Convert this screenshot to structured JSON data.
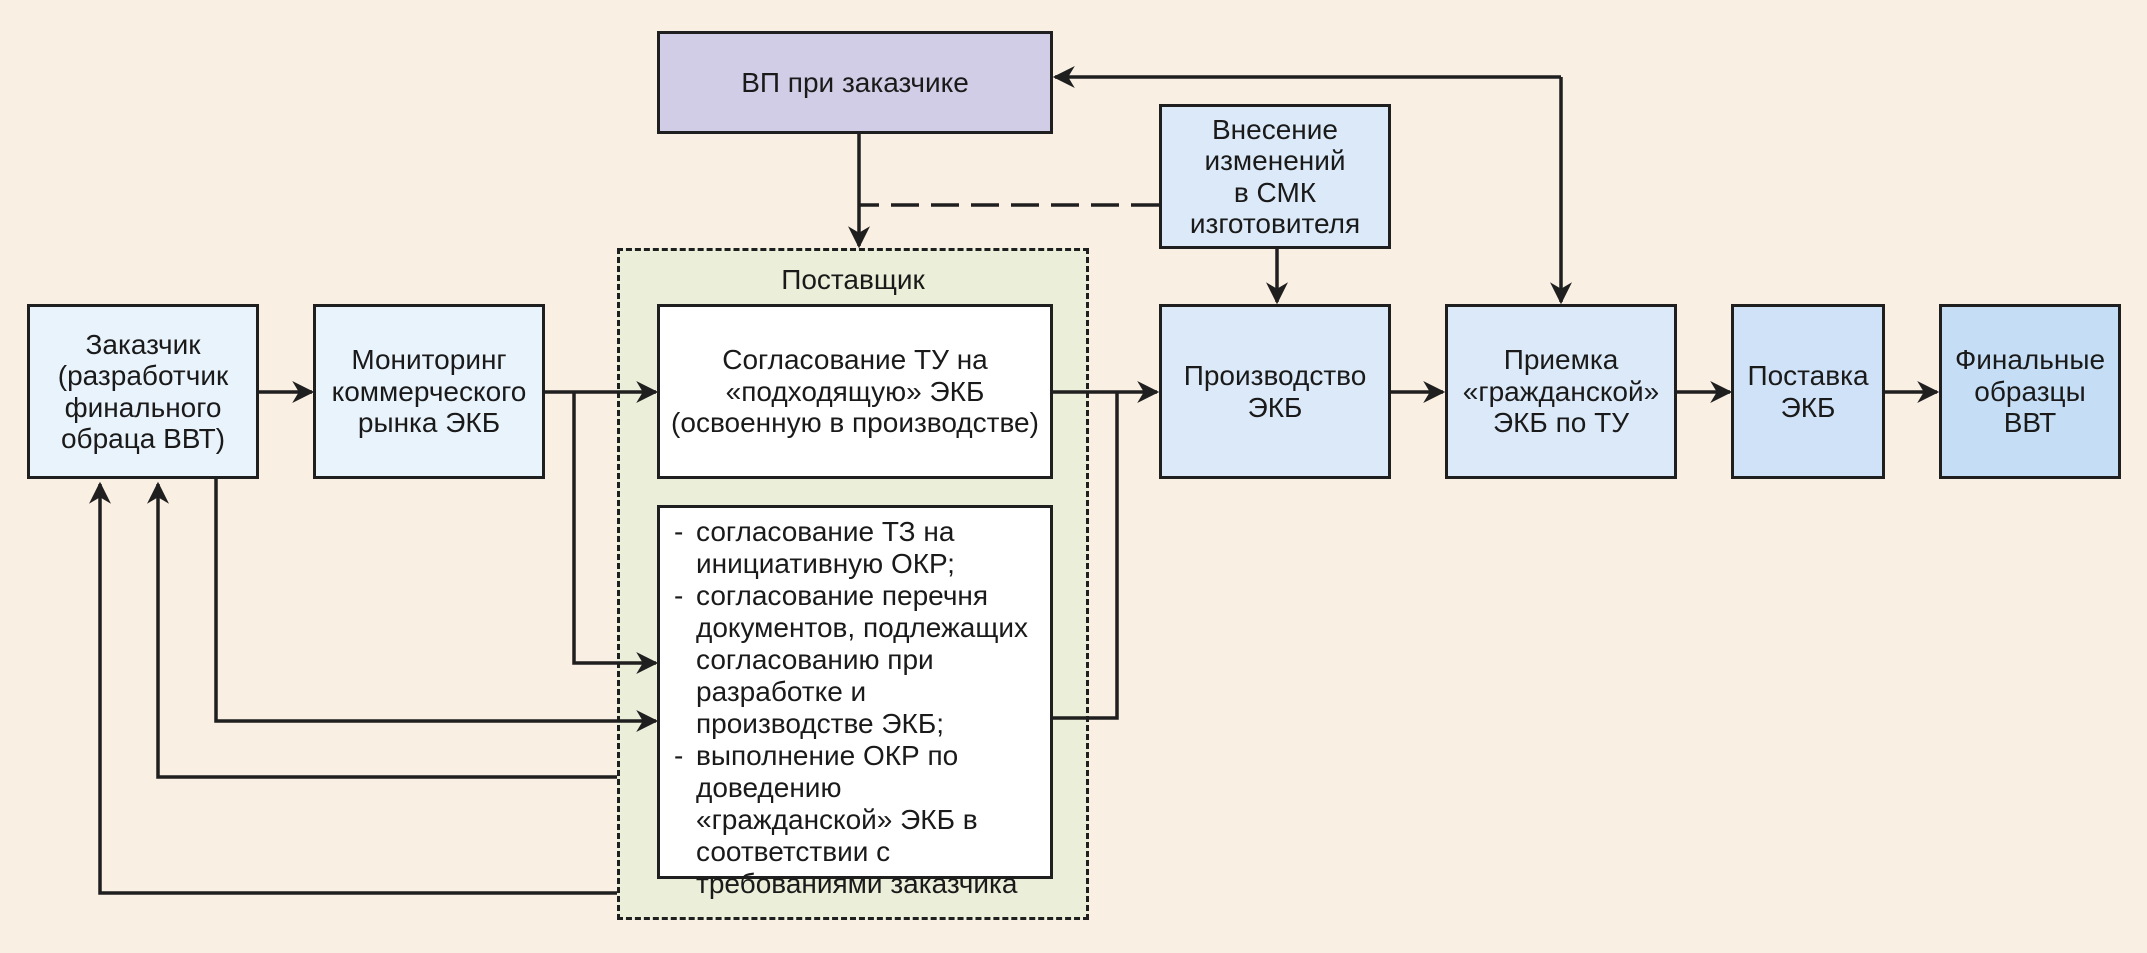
{
  "diagram": {
    "vp": "ВП при заказчике",
    "changes": "Внесение\nизменений\nв СМК\nизготовителя",
    "supplier_group_label": "Поставщик",
    "customer": "Заказчик\n(разработчик\nфинального\nобраца ВВТ)",
    "monitoring": "Мониторинг\nкоммерческого\nрынка ЭКБ",
    "agreement_tu": "Согласование ТУ на\n«подходящую» ЭКБ\n(освоенную в производстве)",
    "production": "Производство\nЭКБ",
    "acceptance": "Приемка\n«гражданской»\nЭКБ по ТУ",
    "delivery": "Поставка\nЭКБ",
    "final": "Финальные\nобразцы\nВВТ",
    "tasks": [
      "согласование ТЗ на инициативную ОКР;",
      "согласование перечня документов, подлежащих согласованию при разработке и производстве ЭКБ;",
      "выполнение ОКР по доведению «гражданской» ЭКБ в соответствии с требованиями заказчика"
    ]
  },
  "colors": {
    "background": "#faefe3",
    "vp_fill": "#d2cde6",
    "supplier_group_fill": "#ebeed8",
    "customer_fill": "#e9f3fb",
    "light_blue": "#dbe9f8",
    "mid_blue": "#cfe2f7",
    "final_fill": "#c6def5",
    "line": "#1f1f1f"
  }
}
